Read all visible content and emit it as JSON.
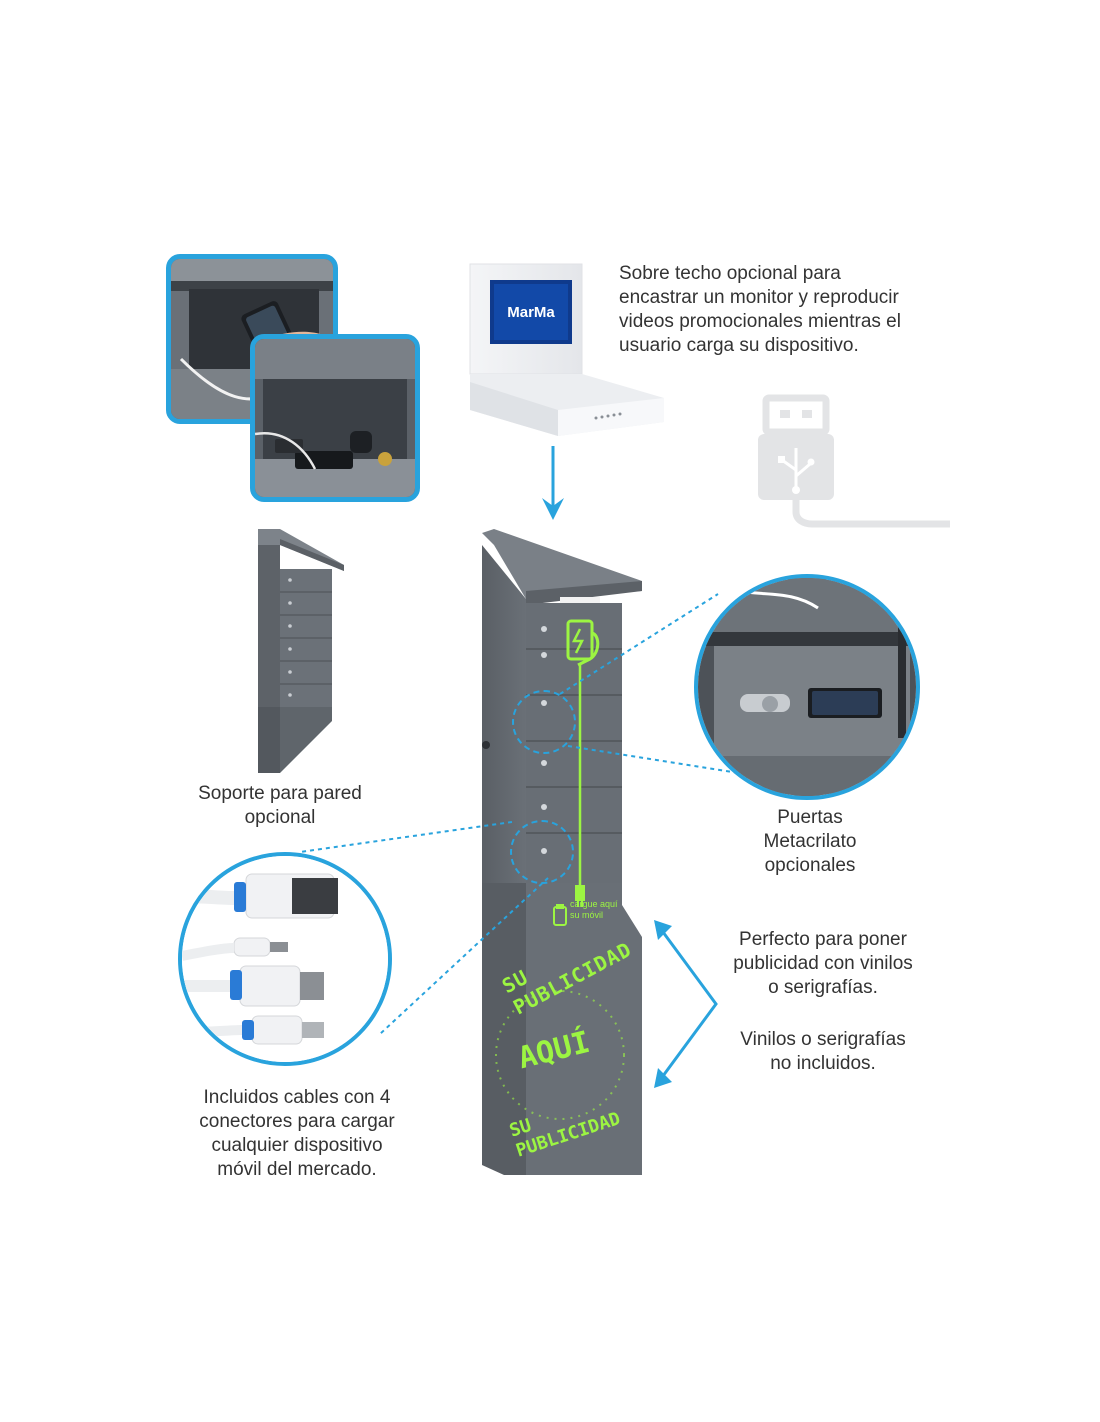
{
  "captions": {
    "monitor_roof": [
      "Sobre techo opcional para",
      "encastrar un monitor y reproducir",
      "videos promocionales mientras el",
      "usuario carga su dispositivo."
    ],
    "wall_mount": [
      "Soporte para pared",
      "opcional"
    ],
    "doors": [
      "Puertas",
      "Metacrilato",
      "opcionales"
    ],
    "advertising": [
      "Perfecto para poner",
      "publicidad con vinilos",
      "o serigrafías."
    ],
    "vinyl_note": [
      "Vinilos o serigrafías",
      "no incluidos."
    ],
    "cables": [
      "Incluidos cables con 4",
      "conectores para cargar",
      "cualquier dispositivo",
      "móvil del mercado."
    ]
  },
  "monitor": {
    "logo_text": "MarMa"
  },
  "kiosk": {
    "charge_label": [
      "cargue aquí",
      "su móvil"
    ],
    "ad_ring_top": "SU PUBLICIDAD",
    "ad_ring_bottom": "SU PUBLICIDAD",
    "ad_center": "AQUÍ"
  },
  "colors": {
    "accent_blue": "#29a3dd",
    "neon_green": "#9cf542",
    "cabinet_gray": "#6b7178"
  },
  "icons": [
    "usb-plug-icon",
    "arrow-down-icon",
    "double-arrow-icon",
    "phone-charging-icon",
    "battery-icon"
  ]
}
